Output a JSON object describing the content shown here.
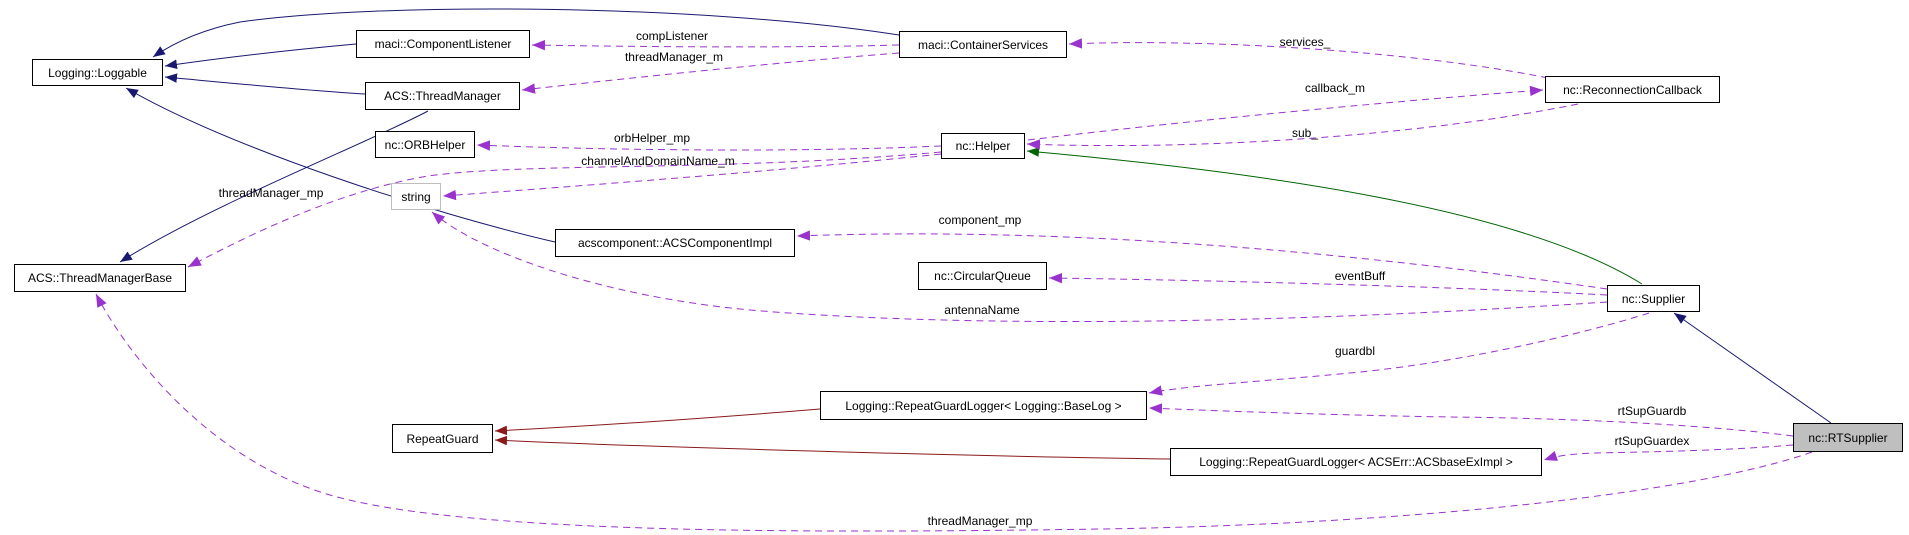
{
  "diagram": {
    "type": "doxygen-collaboration-graph",
    "colors": {
      "public_inheritance_edge": "#191970",
      "protected_inheritance_edge": "#006400",
      "private_inheritance_edge": "#8b1a1a",
      "usage_edge": "#9a32cd",
      "node_border": "#000000",
      "node_fill": "#ffffff",
      "external_node_border": "#bebebe",
      "current_node_fill": "#bfbfbf"
    },
    "nodes": {
      "loggable": {
        "label": "Logging::Loggable"
      },
      "component_listener": {
        "label": "maci::ComponentListener"
      },
      "thread_manager": {
        "label": "ACS::ThreadManager"
      },
      "orb_helper": {
        "label": "nc::ORBHelper"
      },
      "string": {
        "label": "string"
      },
      "container_services": {
        "label": "maci::ContainerServices"
      },
      "helper": {
        "label": "nc::Helper"
      },
      "reconnection_callback": {
        "label": "nc::ReconnectionCallback"
      },
      "acs_component_impl": {
        "label": "acscomponent::ACSComponentImpl"
      },
      "circular_queue": {
        "label": "nc::CircularQueue"
      },
      "supplier": {
        "label": "nc::Supplier"
      },
      "thread_manager_base": {
        "label": "ACS::ThreadManagerBase"
      },
      "repeat_guard": {
        "label": "RepeatGuard"
      },
      "rgl_baselog": {
        "label": "Logging::RepeatGuardLogger< Logging::BaseLog >"
      },
      "rgl_acsbase": {
        "label": "Logging::RepeatGuardLogger< ACSErr::ACSbaseExImpl >"
      },
      "rt_supplier": {
        "label": "nc::RTSupplier"
      }
    },
    "edge_labels": {
      "comp_listener": {
        "text": "compListener"
      },
      "thread_manager_m": {
        "text": "threadManager_m"
      },
      "services": {
        "text": "services_"
      },
      "callback_m": {
        "text": "callback_m"
      },
      "sub": {
        "text": "sub_"
      },
      "orb_helper_mp": {
        "text": "orbHelper_mp"
      },
      "channel_and_domain_name_m": {
        "text": "channelAndDomainName_m"
      },
      "thread_manager_mp_left": {
        "text": "threadManager_mp"
      },
      "component_mp": {
        "text": "component_mp"
      },
      "event_buff": {
        "text": "eventBuff"
      },
      "antenna_name": {
        "text": "antennaName"
      },
      "guardbl": {
        "text": "guardbl"
      },
      "rt_sup_guardb": {
        "text": "rtSupGuardb"
      },
      "rt_sup_guardex": {
        "text": "rtSupGuardex"
      },
      "thread_manager_mp_bottom": {
        "text": "threadManager_mp"
      }
    }
  }
}
